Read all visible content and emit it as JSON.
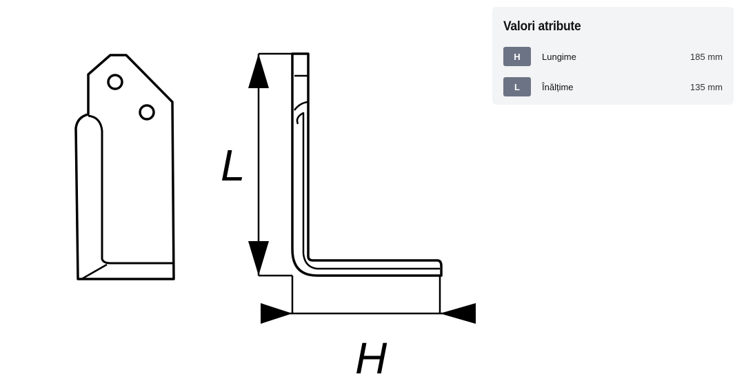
{
  "drawing": {
    "label_vertical": "L",
    "label_horizontal": "H"
  },
  "attributes": {
    "title": "Valori atribute",
    "items": [
      {
        "code": "H",
        "name": "Lungime",
        "value": "185 mm"
      },
      {
        "code": "L",
        "name": "Înălțime",
        "value": "135 mm"
      }
    ]
  }
}
